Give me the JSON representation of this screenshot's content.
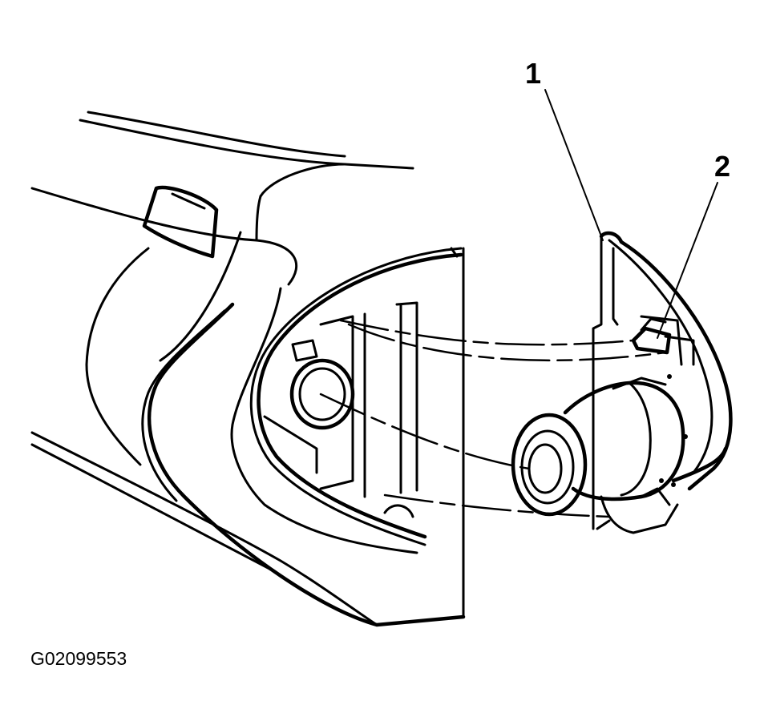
{
  "callouts": [
    {
      "number": "1"
    },
    {
      "number": "2"
    }
  ],
  "figure_code": "G02099553",
  "colors": {
    "line": "#000000",
    "background": "#ffffff"
  }
}
